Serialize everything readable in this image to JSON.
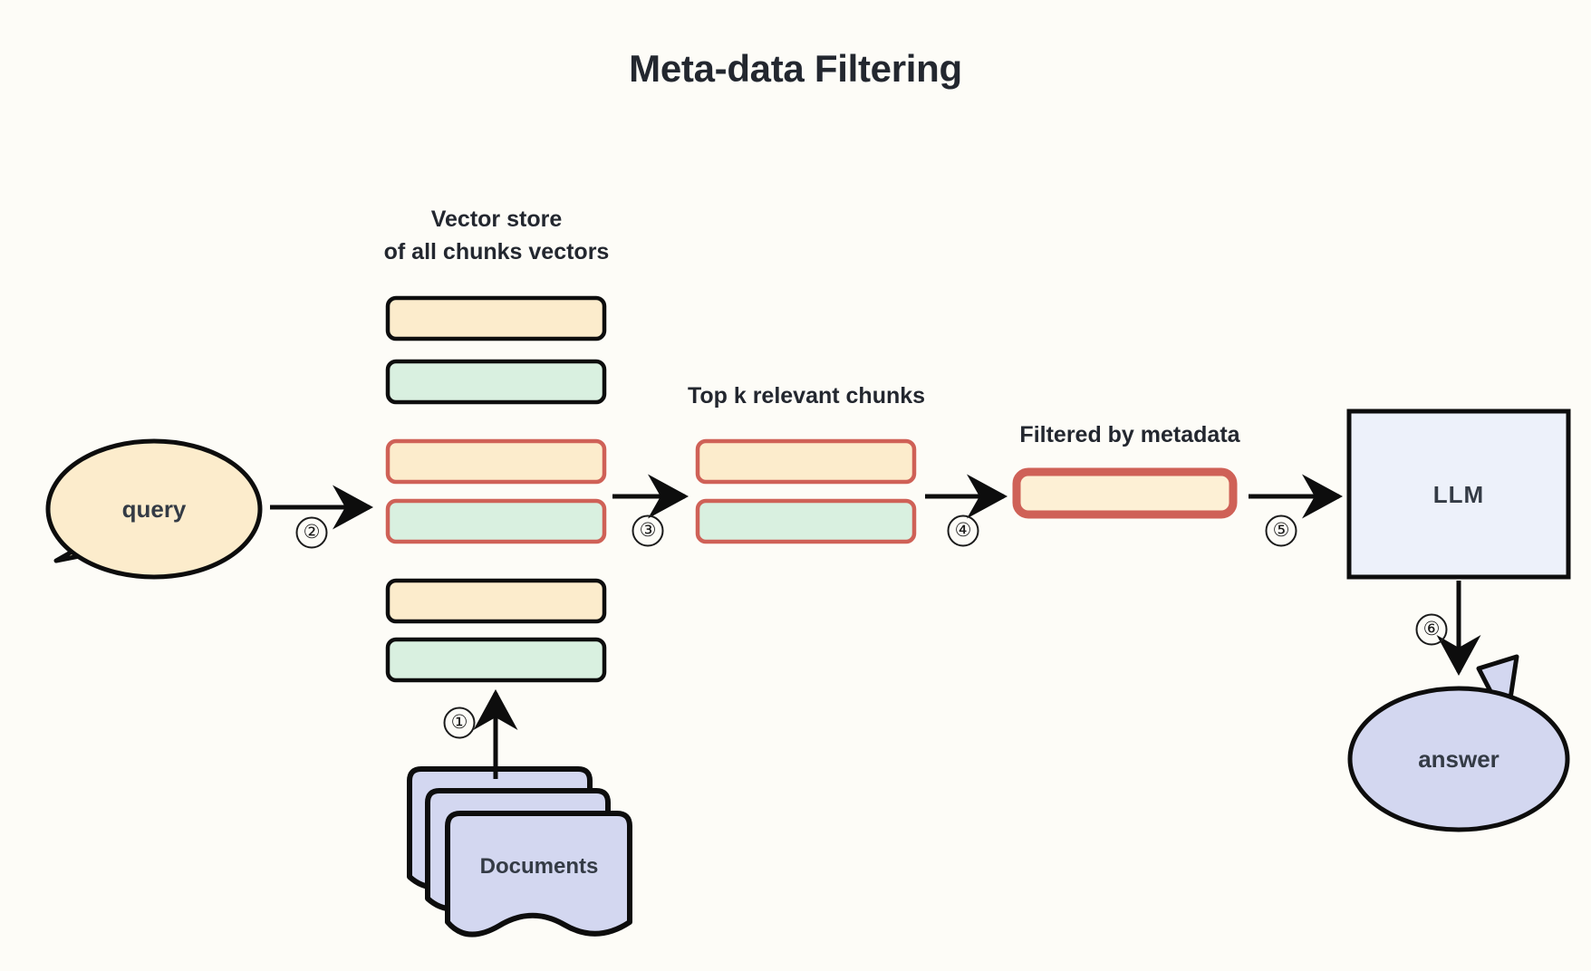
{
  "page": {
    "title": "Meta-data Filtering",
    "background_color": "#fdfcf7"
  },
  "palette": {
    "cream_fill": "#fceccc",
    "cream_fill_light": "#fdf0d5",
    "green_fill": "#d9f0e0",
    "lavender_fill": "#d3d7f0",
    "llm_fill": "#edf1fa",
    "red_stroke": "#cf6157",
    "black_stroke": "#0d0d0d",
    "text_color": "#2d333d"
  },
  "captions": {
    "vector_store": "Vector store\nof all chunks vectors",
    "top_k": "Top k relevant chunks",
    "filtered": "Filtered by metadata"
  },
  "nodes": {
    "query": {
      "label": "query",
      "shape": "speech-bubble-ellipse",
      "fill": "#fceccc"
    },
    "documents": {
      "label": "Documents",
      "shape": "document-stack",
      "fill": "#d3d7f0"
    },
    "llm": {
      "label": "LLM",
      "shape": "rectangle",
      "fill": "#edf1fa"
    },
    "answer": {
      "label": "answer",
      "shape": "speech-bubble-ellipse",
      "fill": "#d3d7f0"
    }
  },
  "vector_store_chunks": [
    {
      "index": 0,
      "fill": "#fceccc",
      "stroke": "black",
      "highlighted": false
    },
    {
      "index": 1,
      "fill": "#d9f0e0",
      "stroke": "black",
      "highlighted": false
    },
    {
      "index": 2,
      "fill": "#fceccc",
      "stroke": "red",
      "highlighted": true
    },
    {
      "index": 3,
      "fill": "#d9f0e0",
      "stroke": "red",
      "highlighted": true
    },
    {
      "index": 4,
      "fill": "#fceccc",
      "stroke": "black",
      "highlighted": false
    },
    {
      "index": 5,
      "fill": "#d9f0e0",
      "stroke": "black",
      "highlighted": false
    }
  ],
  "top_k_chunks": [
    {
      "index": 0,
      "fill": "#fceccc",
      "stroke": "red",
      "highlighted": true
    },
    {
      "index": 1,
      "fill": "#d9f0e0",
      "stroke": "red",
      "highlighted": true
    }
  ],
  "filtered_chunks": [
    {
      "index": 0,
      "fill": "#fdf0d5",
      "stroke": "red-thick",
      "highlighted": true
    }
  ],
  "steps": [
    {
      "id": 1,
      "label": "①",
      "from": "documents",
      "to": "vector-store",
      "direction": "up"
    },
    {
      "id": 2,
      "label": "②",
      "from": "query",
      "to": "vector-store",
      "direction": "right"
    },
    {
      "id": 3,
      "label": "③",
      "from": "vector-store",
      "to": "top-k-chunks",
      "direction": "right"
    },
    {
      "id": 4,
      "label": "④",
      "from": "top-k-chunks",
      "to": "filtered-chunk",
      "direction": "right"
    },
    {
      "id": 5,
      "label": "⑤",
      "from": "filtered-chunk",
      "to": "llm",
      "direction": "right"
    },
    {
      "id": 6,
      "label": "⑥",
      "from": "llm",
      "to": "answer",
      "direction": "down"
    }
  ]
}
